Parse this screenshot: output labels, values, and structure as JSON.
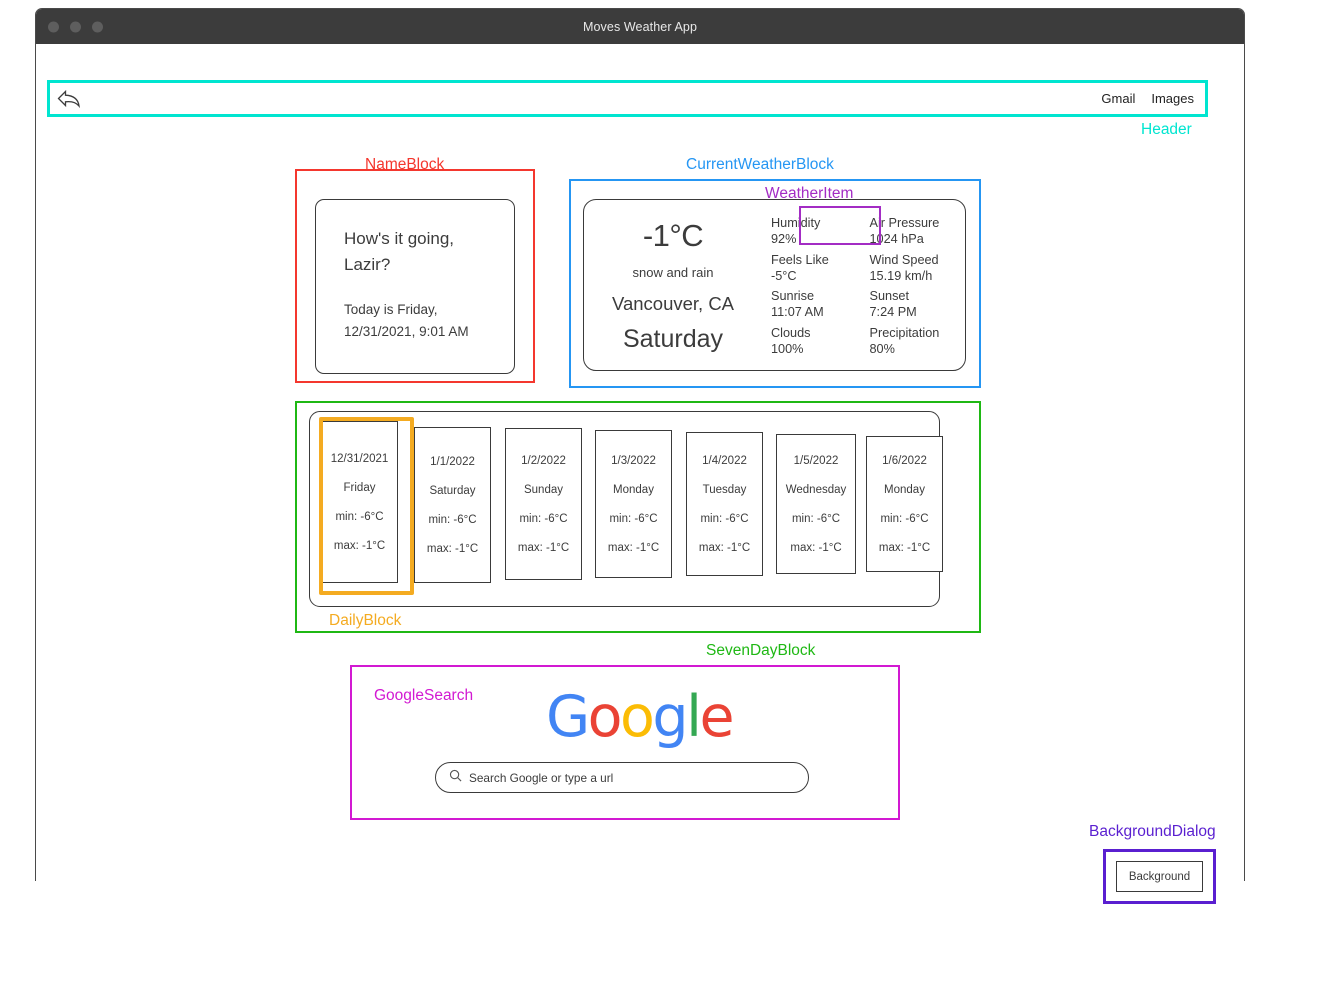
{
  "window": {
    "title": "Moves Weather App",
    "traffic_lights": [
      "close",
      "minimize",
      "maximize"
    ]
  },
  "annotations": {
    "header": {
      "label": "Header",
      "color": "#00e5d0"
    },
    "name_block": {
      "label": "NameBlock",
      "color": "#f4372e"
    },
    "current_weather_block": {
      "label": "CurrentWeatherBlock",
      "color": "#2596f3"
    },
    "weather_item": {
      "label": "WeatherItem",
      "color": "#a32cc4"
    },
    "seven_day_block": {
      "label": "SevenDayBlock",
      "color": "#1fb814"
    },
    "daily_block": {
      "label": "DailyBlock",
      "color": "#f4ab21"
    },
    "google_search": {
      "label": "GoogleSearch",
      "color": "#d219d2"
    },
    "background_dialog": {
      "label": "BackgroundDialog",
      "color": "#5a1fd0"
    }
  },
  "header": {
    "back_icon": "back-arrow-icon",
    "links": [
      {
        "label": "Gmail"
      },
      {
        "label": "Images"
      }
    ]
  },
  "name_block": {
    "greeting_line1": "How's it going,",
    "greeting_line2": "Lazir?",
    "today_line1": "Today is Friday,",
    "today_line2": "12/31/2021, 9:01 AM"
  },
  "current_weather": {
    "temperature": "-1°C",
    "description": "snow and rain",
    "location": "Vancouver, CA",
    "day": "Saturday",
    "items": [
      {
        "label": "Humidity",
        "value": "92%"
      },
      {
        "label": "Air Pressure",
        "value": "1024 hPa"
      },
      {
        "label": "Feels Like",
        "value": "-5°C"
      },
      {
        "label": "Wind Speed",
        "value": "15.19 km/h"
      },
      {
        "label": "Sunrise",
        "value": "11:07 AM"
      },
      {
        "label": "Sunset",
        "value": "7:24 PM"
      },
      {
        "label": "Clouds",
        "value": "100%"
      },
      {
        "label": "Precipitation",
        "value": "80%"
      }
    ]
  },
  "seven_day": {
    "days": [
      {
        "date": "12/31/2021",
        "weekday": "Friday",
        "min": "min: -6°C",
        "max": "max: -1°C",
        "selected": true
      },
      {
        "date": "1/1/2022",
        "weekday": "Saturday",
        "min": "min: -6°C",
        "max": "max: -1°C",
        "selected": false
      },
      {
        "date": "1/2/2022",
        "weekday": "Sunday",
        "min": "min: -6°C",
        "max": "max: -1°C",
        "selected": false
      },
      {
        "date": "1/3/2022",
        "weekday": "Monday",
        "min": "min: -6°C",
        "max": "max: -1°C",
        "selected": false
      },
      {
        "date": "1/4/2022",
        "weekday": "Tuesday",
        "min": "min: -6°C",
        "max": "max: -1°C",
        "selected": false
      },
      {
        "date": "1/5/2022",
        "weekday": "Wednesday",
        "min": "min: -6°C",
        "max": "max: -1°C",
        "selected": false
      },
      {
        "date": "1/6/2022",
        "weekday": "Monday",
        "min": "min: -6°C",
        "max": "max: -1°C",
        "selected": false
      }
    ]
  },
  "google_search": {
    "logo_letters": [
      {
        "char": "G",
        "color": "#4285F4"
      },
      {
        "char": "o",
        "color": "#EA4335"
      },
      {
        "char": "o",
        "color": "#FBBC05"
      },
      {
        "char": "g",
        "color": "#4285F4"
      },
      {
        "char": "l",
        "color": "#34A853"
      },
      {
        "char": "e",
        "color": "#EA4335"
      }
    ],
    "search_icon": "magnifier-icon",
    "placeholder": "Search Google or type a url",
    "value": ""
  },
  "background_dialog": {
    "button_label": "Background"
  }
}
